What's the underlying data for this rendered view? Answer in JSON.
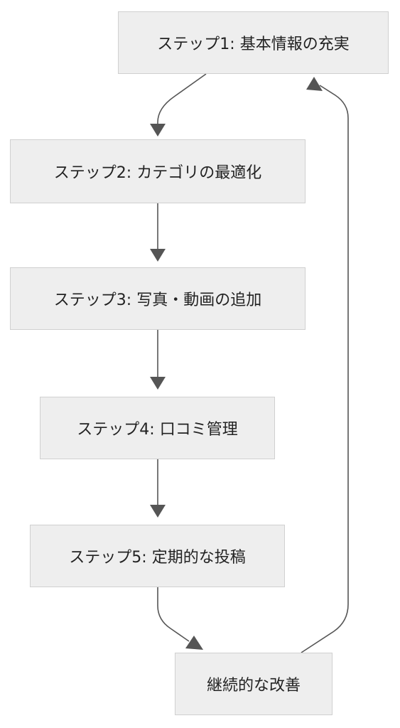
{
  "diagram": {
    "nodes": [
      {
        "id": "step1",
        "label": "ステップ1: 基本情報の充実"
      },
      {
        "id": "step2",
        "label": "ステップ2: カテゴリの最適化"
      },
      {
        "id": "step3",
        "label": "ステップ3: 写真・動画の追加"
      },
      {
        "id": "step4",
        "label": "ステップ4: 口コミ管理"
      },
      {
        "id": "step5",
        "label": "ステップ5: 定期的な投稿"
      },
      {
        "id": "improve",
        "label": "継続的な改善"
      }
    ],
    "edges": [
      {
        "from": "step1",
        "to": "step2"
      },
      {
        "from": "step2",
        "to": "step3"
      },
      {
        "from": "step3",
        "to": "step4"
      },
      {
        "from": "step4",
        "to": "step5"
      },
      {
        "from": "step5",
        "to": "improve"
      },
      {
        "from": "improve",
        "to": "step1"
      }
    ]
  },
  "colors": {
    "node_fill": "#eeeeee",
    "node_border": "#d0d0d0",
    "edge": "#555555",
    "text": "#222222"
  }
}
